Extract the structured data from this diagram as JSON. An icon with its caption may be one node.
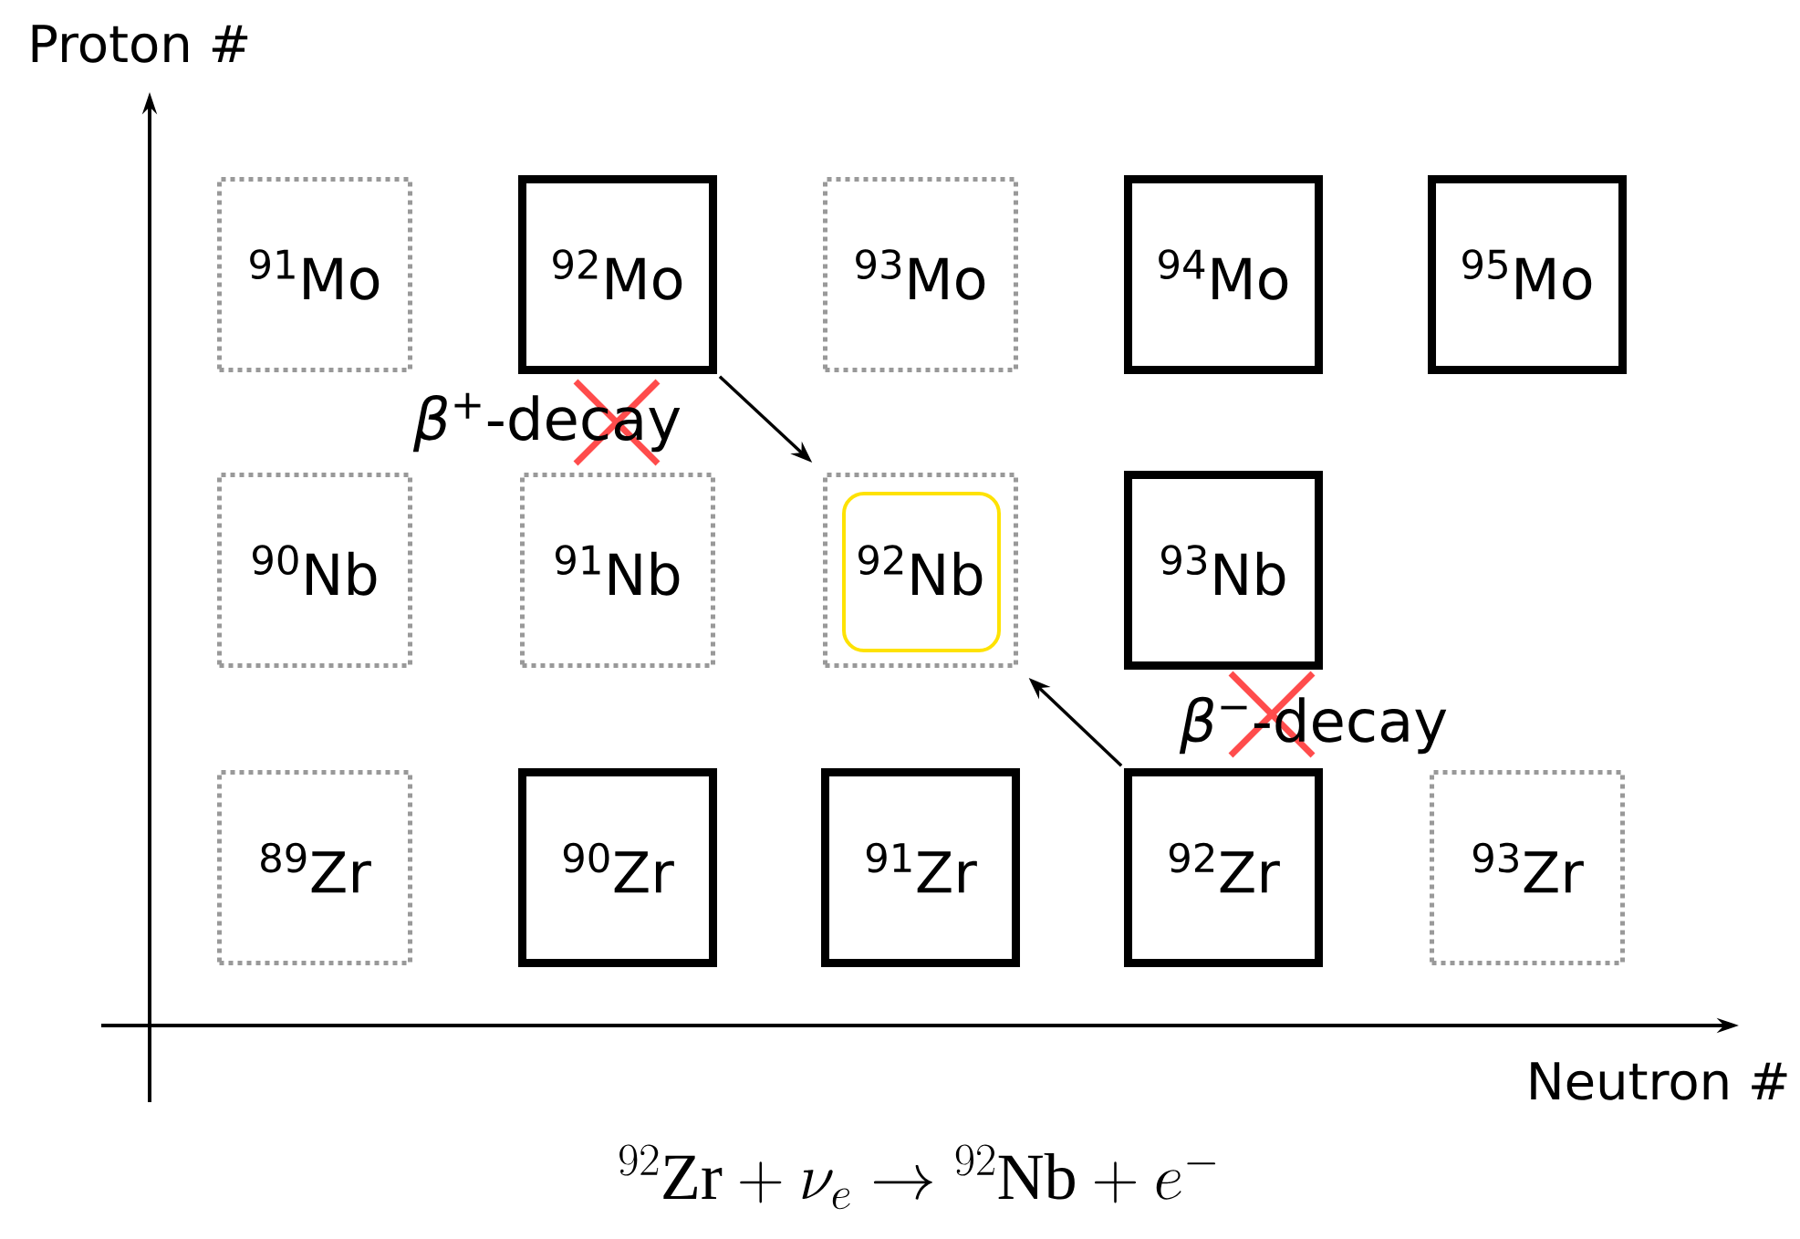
{
  "diagram": {
    "caption": "{}^{92}\\mathrm{Zr} + \\nu_e \\rightarrow {}^{92}\\mathrm{Nb} + e^-",
    "nodes": [
      {
        "text": [
          "$^{91}$Mo"
        ]
      },
      {
        "text": [
          "$^{92}$Mo"
        ]
      },
      {
        "text": [
          "$^{93}$Mo"
        ]
      },
      {
        "text": [
          "$^{94}$Mo"
        ]
      },
      {
        "text": [
          "$^{95}$Mo"
        ]
      },
      {
        "text": [
          "$^{90}$Nb"
        ]
      },
      {
        "text": [
          "$^{91}$Nb"
        ]
      },
      {
        "text": [
          "$^{92}$Nb"
        ]
      },
      {
        "text": [
          "$^{93}$Nb"
        ]
      },
      {
        "text": [
          "$^{89}$Zr"
        ]
      },
      {
        "text": [
          "$^{90}$Zr"
        ]
      },
      {
        "text": [
          "$^{91}$Zr"
        ]
      },
      {
        "text": [
          "$^{92}$Zr"
        ]
      },
      {
        "text": [
          "$^{93}$Zr"
        ]
      }
    ],
    "edges": [
      {
        "from": 1,
        "to": 7,
        "arrow": "to",
        "label": "*β*$^{+}$-decay"
      },
      {
        "from": 12,
        "to": 7,
        "arrow": "to",
        "label": "*β*$^{−}$-decay"
      }
    ],
    "labels": [
      "Proton #",
      "Neutron #"
    ]
  }
}
